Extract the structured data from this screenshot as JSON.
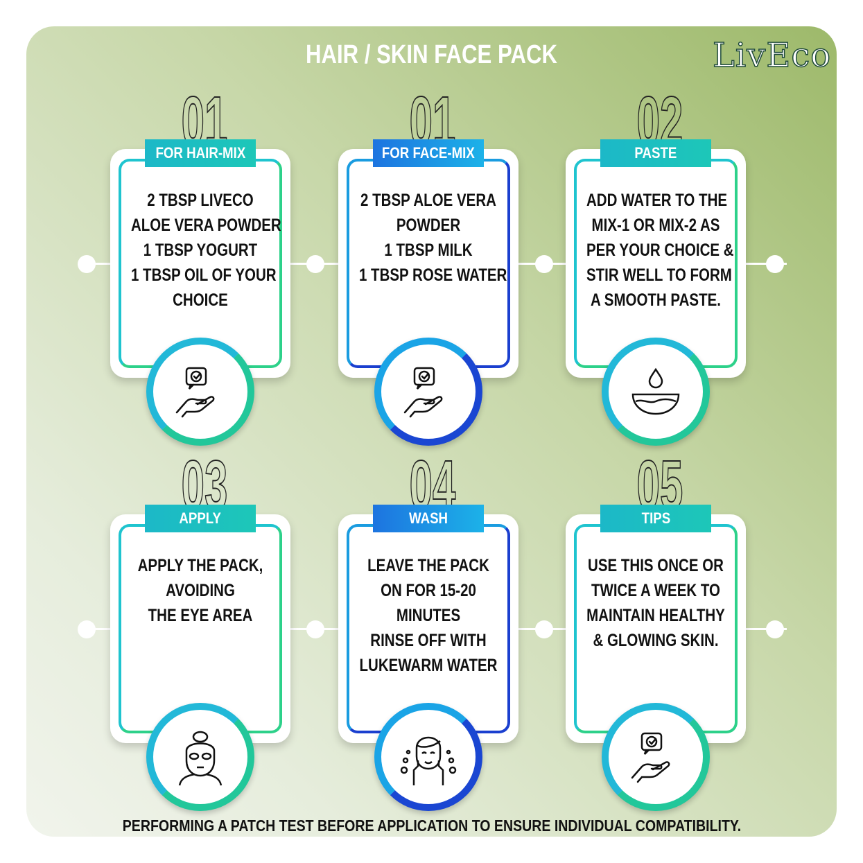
{
  "title": "HAIR / SKIN FACE PACK",
  "brand": "LivEco",
  "steps": [
    {
      "num": "01",
      "label": "FOR HAIR-MIX",
      "lines": [
        "2 TBSP LIVECO",
        "ALOE VERA POWDER",
        "1 TBSP YOGURT",
        "1 TBSP OIL OF YOUR",
        "CHOICE"
      ],
      "icon": "hand-with-check-bubble-icon"
    },
    {
      "num": "01",
      "label": "FOR FACE-MIX",
      "lines": [
        "2 TBSP ALOE VERA",
        "POWDER",
        "1 TBSP MILK",
        "1 TBSP ROSE WATER"
      ],
      "icon": "hand-with-check-bubble-icon"
    },
    {
      "num": "02",
      "label": "PASTE",
      "lines": [
        "ADD WATER TO THE",
        "MIX-1 OR MIX-2 AS",
        "PER YOUR CHOICE &",
        "STIR WELL TO FORM",
        "A SMOOTH PASTE."
      ],
      "icon": "bowl-with-drop-icon"
    },
    {
      "num": "03",
      "label": "APPLY",
      "lines": [
        "APPLY THE PACK,",
        "AVOIDING",
        "THE EYE AREA"
      ],
      "icon": "face-mask-icon"
    },
    {
      "num": "04",
      "label": "WASH",
      "lines": [
        "LEAVE THE PACK",
        "ON FOR 15-20",
        "MINUTES",
        "RINSE OFF WITH",
        "LUKEWARM WATER"
      ],
      "icon": "face-wash-icon"
    },
    {
      "num": "05",
      "label": "TIPS",
      "lines": [
        "USE THIS ONCE OR",
        "TWICE A WEEK TO",
        "MAINTAIN HEALTHY",
        "& GLOWING SKIN."
      ],
      "icon": "hand-with-check-bubble-icon"
    }
  ],
  "footer": "PERFORMING A PATCH TEST BEFORE APPLICATION TO ENSURE INDIVIDUAL COMPATIBILITY.",
  "colors": {
    "teal": "#1dc0c8",
    "blue": "#1a5ad8",
    "green": "#2dd18a"
  }
}
